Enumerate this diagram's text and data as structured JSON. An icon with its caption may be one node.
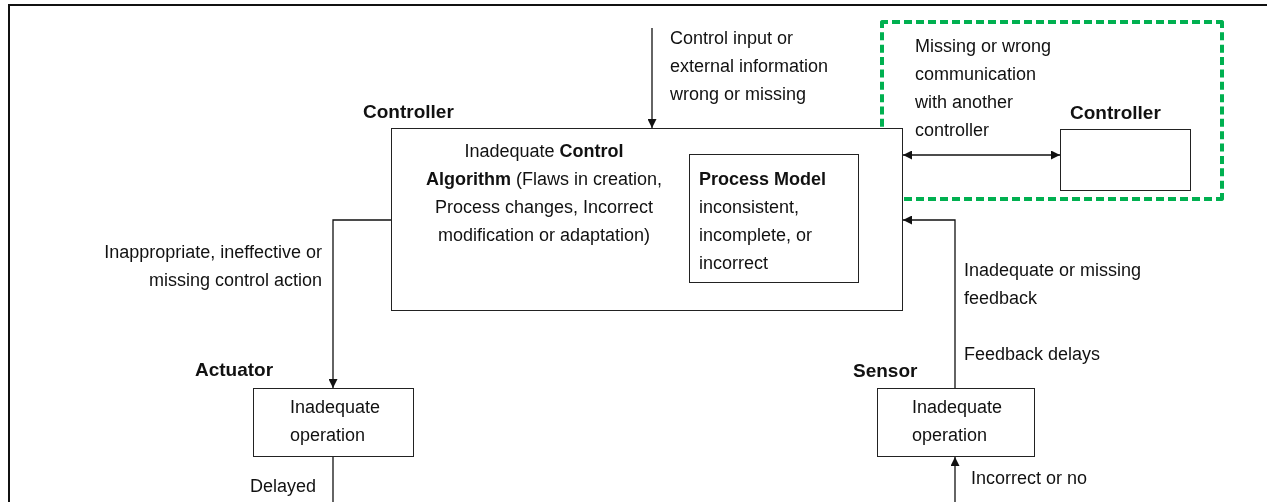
{
  "diagram": {
    "nodes": [
      {
        "text": [
          "Controller",
          "Inadequate **Control Algorithm** (Flaws in creation, Process changes, Incorrect modification or adaptation)"
        ]
      },
      {
        "text": [
          "Process Model",
          "inconsistent, incomplete, or incorrect"
        ],
        "in": 0
      },
      {
        "text": [],
        "shape": "box"
      },
      {
        "text": [
          "Controller"
        ],
        "in": 2
      },
      {
        "text": [
          "Actuator",
          "Inadequate operation"
        ]
      },
      {
        "text": [
          "Sensor",
          "Inadequate operation"
        ]
      }
    ],
    "edges": [
      {
        "from": null,
        "to": 0,
        "arrow": "to",
        "label": "Control input or external information wrong or missing"
      },
      {
        "from": 0,
        "to": 3,
        "arrow": "both",
        "label": "Missing or wrong communication with another controller"
      },
      {
        "from": 0,
        "to": 4,
        "arrow": "to",
        "label": "Inappropriate, ineffective or missing control action"
      },
      {
        "from": 5,
        "to": 0,
        "arrow": "to",
        "label": "Inadequate or missing feedback"
      },
      {
        "from": 4,
        "to": null,
        "arrow": "none",
        "label": "Delayed"
      },
      {
        "from": null,
        "to": 5,
        "arrow": "to",
        "label": "Incorrect or no"
      }
    ],
    "labels": [
      "Feedback delays"
    ]
  }
}
